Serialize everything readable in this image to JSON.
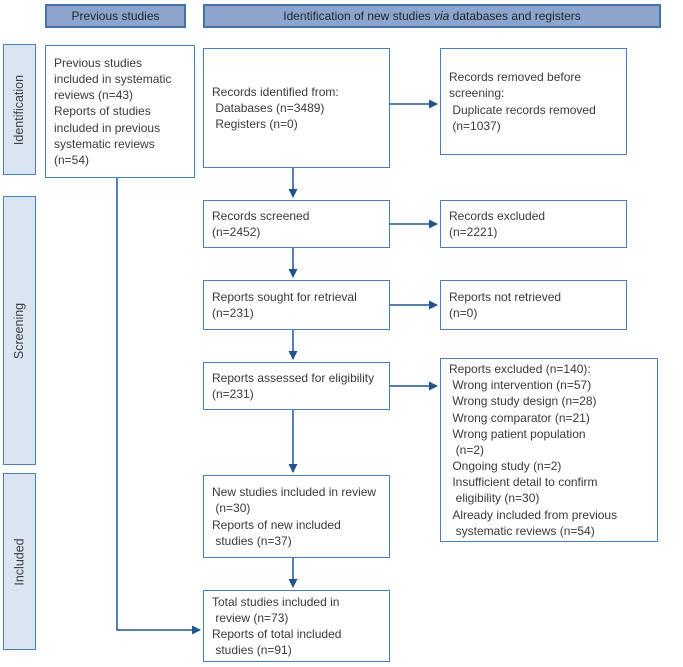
{
  "diagram": {
    "headers": {
      "previous": "Previous studies",
      "identification_prefix": "Identification of new studies ",
      "identification_italic": "via",
      "identification_suffix": " databases and registers"
    },
    "sidebar": [
      {
        "label": "Identification"
      },
      {
        "label": "Screening"
      },
      {
        "label": "Included"
      }
    ],
    "boxes": {
      "previous_included": "Previous studies\nincluded in systematic\nreviews (n=43)\nReports of studies\nincluded in previous\nsystematic reviews\n(n=54)",
      "records_identified": "Records identified from:\n Databases (n=3489)\n Registers (n=0)",
      "records_removed": "Records removed before\nscreening:\n Duplicate records removed\n (n=1037)",
      "records_screened": "Records screened\n(n=2452)",
      "records_excluded": "Records excluded\n(n=2221)",
      "reports_sought": "Reports sought for retrieval\n(n=231)",
      "reports_not_retrieved": "Reports not retrieved\n(n=0)",
      "reports_assessed": "Reports assessed for eligibility\n(n=231)",
      "reports_excluded": "Reports excluded (n=140):\n Wrong intervention (n=57)\n Wrong study design (n=28)\n Wrong comparator (n=21)\n Wrong patient population\n  (n=2)\n Ongoing study (n=2)\n Insufficient detail to confirm\n  eligibility (n=30)\n Already included from previous\n  systematic reviews (n=54)",
      "new_studies": "New studies included in review\n (n=30)\nReports of new included\n studies (n=37)",
      "total_studies": "Total studies included in\n review (n=73)\nReports of total included\n studies (n=91)"
    },
    "colors": {
      "header_fill": "#8da5cc",
      "header_border": "#4472a8",
      "stage_fill": "#dbe5f1",
      "box_border": "#4a7ebb",
      "arrow": "#21538f"
    }
  }
}
